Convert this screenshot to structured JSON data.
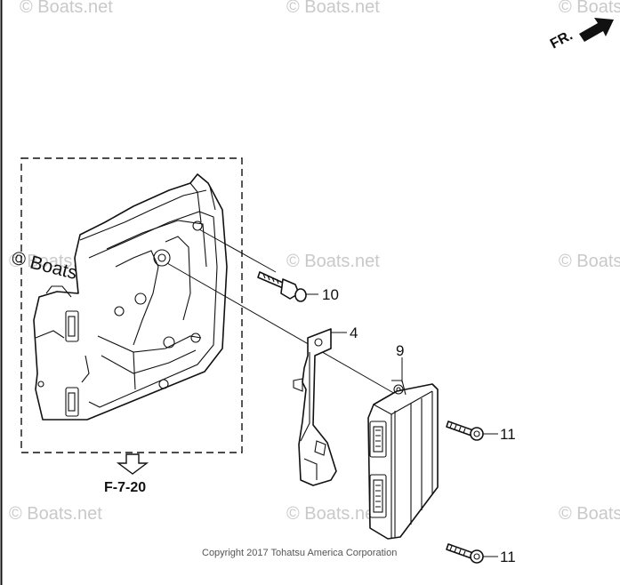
{
  "watermark": {
    "text": "© Boats.net"
  },
  "direction_marker": {
    "label": "FR."
  },
  "reference": {
    "label": "F-7-20"
  },
  "callouts": [
    {
      "id": "callout-10",
      "label": "10"
    },
    {
      "id": "callout-4",
      "label": "4"
    },
    {
      "id": "callout-9",
      "label": "9"
    },
    {
      "id": "callout-11a",
      "label": "11"
    },
    {
      "id": "callout-11b",
      "label": "11"
    }
  ],
  "copyright": "Copyright 2017 Tohatsu America Corporation",
  "colors": {
    "line": "#111111",
    "watermark": "#c9c9c9",
    "background": "#ffffff"
  }
}
